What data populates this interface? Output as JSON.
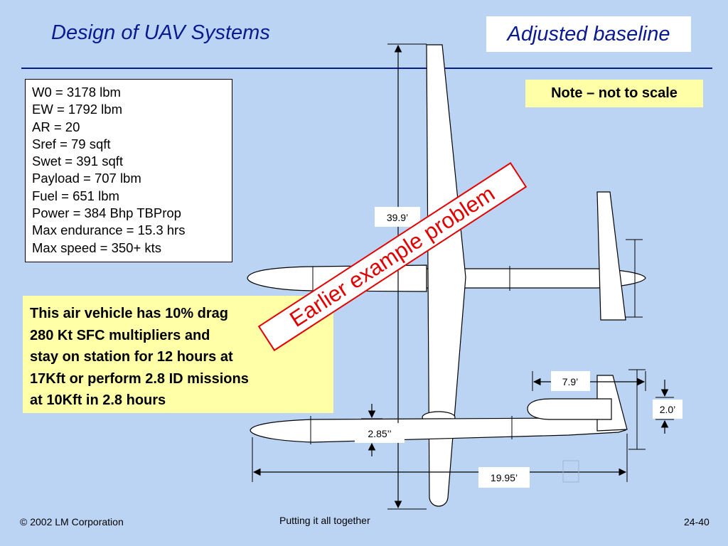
{
  "slide": {
    "title": "Design of UAV Systems",
    "subtitle": "Adjusted baseline",
    "note": "Note – not to scale",
    "stamp": "Earlier example problem"
  },
  "specs": [
    "W0 = 3178  lbm",
    "EW = 1792 lbm",
    "AR = 20",
    "Sref = 79 sqft",
    "Swet = 391 sqft",
    "Payload = 707 lbm",
    "Fuel = 651 lbm",
    "Power = 384 Bhp TBProp",
    "Max endurance = 15.3 hrs",
    "Max speed = 350+ kts"
  ],
  "description": "This air vehicle has 10% drag\n280 Kt SFC multipliers and\nstay on station for 12 hours at\n17Kft or perform 2.8 ID missions\nat 10Kft in 2.8 hours",
  "dimensions": {
    "span": "39.9’",
    "tail_span": "7.9’",
    "tail_height": "2.0’",
    "fuselage_dia": "2.85’’",
    "length": "19.95’"
  },
  "footer": {
    "copyright": "© 2002 LM Corporation",
    "center": "Putting it all together",
    "page": "24-40"
  },
  "colors": {
    "background": "#bcd4f4",
    "title": "#0a1a8f",
    "highlight": "#ffffa8",
    "stamp": "#e00000"
  }
}
